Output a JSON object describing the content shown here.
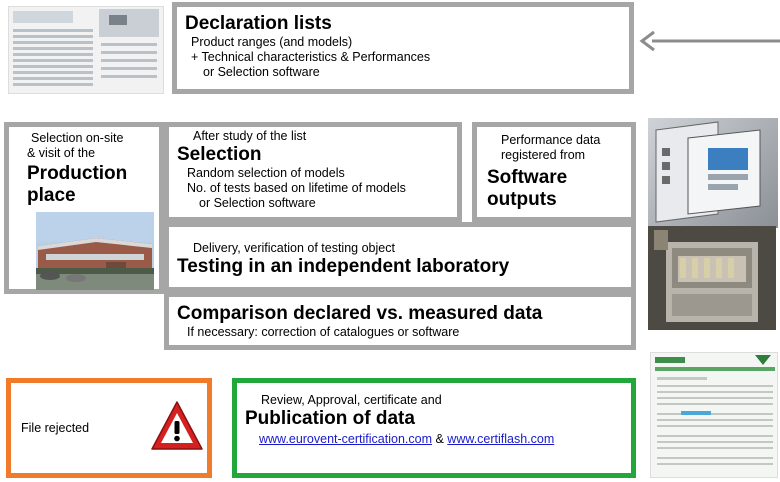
{
  "declaration": {
    "title": "Declaration lists",
    "line1": "Product ranges (and models)",
    "line2": "+ Technical characteristics & Performances",
    "line3": "or Selection software"
  },
  "production": {
    "line1": "Selection on-site",
    "line2": "& visit of the",
    "title1": "Production",
    "title2": "place"
  },
  "selection": {
    "pre": "After study of the list",
    "title": "Selection",
    "line1": "Random selection of models",
    "line2": "No. of tests based on lifetime of models",
    "line3": "or Selection software"
  },
  "software": {
    "line1": "Performance data",
    "line2": "registered from",
    "title1": "Software",
    "title2": "outputs"
  },
  "testing": {
    "pre": "Delivery, verification of testing object",
    "title": "Testing in an independent laboratory"
  },
  "comparison": {
    "title": "Comparison declared vs. measured data",
    "line1": "If necessary: correction of catalogues  or software"
  },
  "rejected": {
    "label": "File rejected"
  },
  "publication": {
    "pre": "Review, Approval, certificate and",
    "title": "Publication of data",
    "link1": "www.eurovent-certification.com",
    "amp": "&",
    "link2": "www.certiflash.com"
  },
  "colors": {
    "box_border": "#a6a6a6",
    "rejected_border": "#f07b2b",
    "publication_border": "#22a83a",
    "warning_red": "#d42020"
  },
  "icons": [
    "warning-triangle-icon",
    "left-arrow-icon"
  ]
}
